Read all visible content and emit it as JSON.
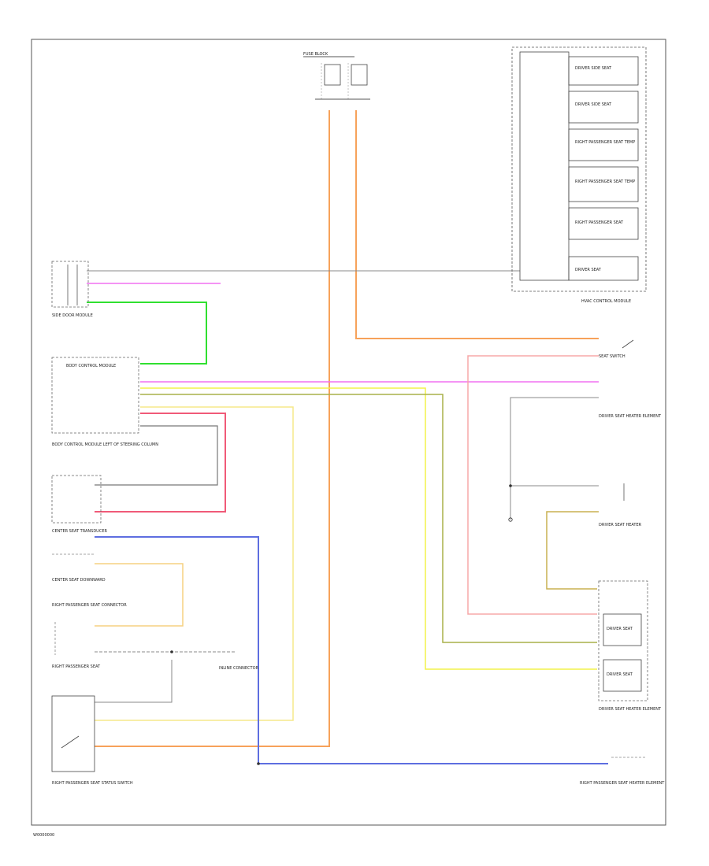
{
  "diagram_code": "W0000000",
  "wire_colors": {
    "orange": "#f7a25a",
    "pink": "#f070f0",
    "green": "#30e030",
    "yellow": "#f2f24a",
    "pale_yellow": "#f5e88a",
    "olive": "#a8b048",
    "blue": "#5e6ee0",
    "red": "#f05a78",
    "black": "#666666",
    "salmon": "#f7a8a8"
  },
  "labels": {
    "top_fuse_block": "FUSE BLOCK",
    "side_door_module": "SIDE DOOR MODULE",
    "left_connector": "BODY CONTROL MODULE",
    "mid_left_module": "BODY CONTROL MODULE LEFT OF STEERING COLUMN",
    "center_left_1": "CENTER SEAT TRANSDUCER",
    "center_left_2": "CENTER SEAT DOWNWARD",
    "pass_seat_left": "RIGHT PASSENGER SEAT CONNECTOR",
    "pass_lower_left": "RIGHT PASSENGER SEAT",
    "bottom_left_module": "RIGHT PASSENGER SEAT STATUS SWITCH",
    "inline_center": "INLINE CONNECTOR",
    "right_module_title": "HVAC CONTROL MODULE",
    "right_module_box1": "DRIVER SIDE SEAT",
    "right_module_box2": "DRIVER SIDE SEAT",
    "right_module_box3": "RIGHT PASSENGER SEAT TEMP",
    "right_module_box4": "RIGHT PASSENGER SEAT TEMP",
    "right_module_box5": "RIGHT PASSENGER SEAT",
    "right_module_box6": "DRIVER SEAT",
    "right_switch_label": "SEAT SWITCH",
    "right_mid_module": "DRIVER SEAT HEATER ELEMENT",
    "right_conn_label": "DRIVER SEAT HEATER",
    "right_lower_module": "DRIVER SEAT HEATER ELEMENT",
    "right_box_a": "DRIVER SEAT",
    "right_box_b": "DRIVER SEAT",
    "bottom_right_module": "RIGHT PASSENGER SEAT HEATER ELEMENT"
  }
}
